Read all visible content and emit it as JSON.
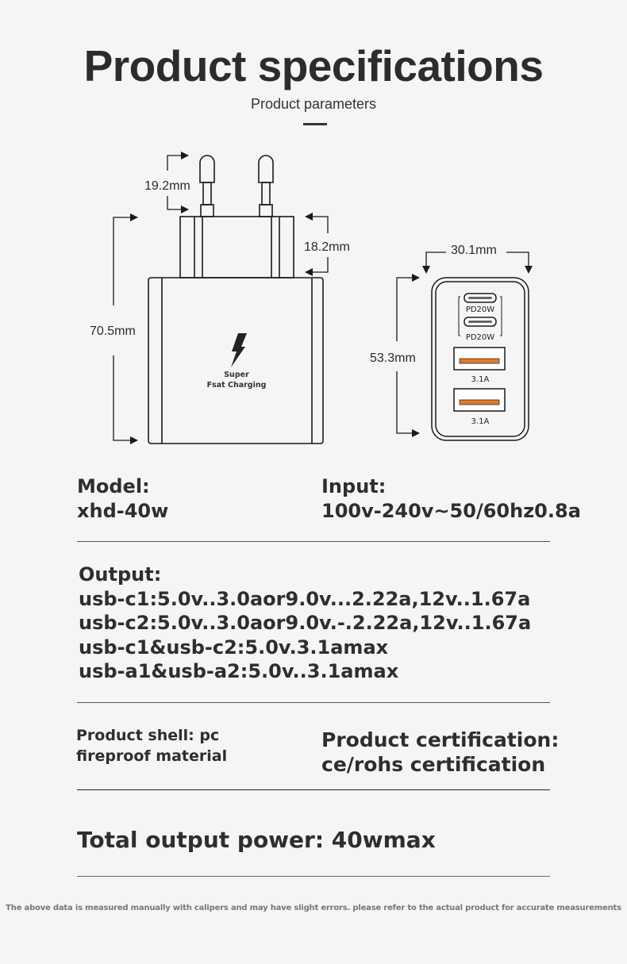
{
  "header": {
    "title": "Product specifications",
    "subtitle": "Product parameters"
  },
  "diagram": {
    "front_view": {
      "prong_length": "19.2mm",
      "plug_base_height": "18.2mm",
      "body_height": "70.5mm",
      "logo_line1": "Super",
      "logo_line2": "Fsat Charging",
      "logo_icon": "lightning-bolt-icon"
    },
    "side_view": {
      "width": "30.1mm",
      "height": "53.3mm",
      "ports": [
        {
          "type": "usb-c",
          "label": "PD20W"
        },
        {
          "type": "usb-c",
          "label": "PD20W"
        },
        {
          "type": "usb-a",
          "label": "3.1A"
        },
        {
          "type": "usb-a",
          "label": "3.1A"
        }
      ],
      "usb_a_accent_color": "#e07b2a"
    }
  },
  "specs": {
    "model": {
      "label": "Model:",
      "value": "xhd-40w"
    },
    "input": {
      "label": "Input:",
      "value": "100v-240v~50/60hz0.8a"
    },
    "output": {
      "label": "Output:",
      "lines": [
        "usb-c1:5.0v..3.0aor9.0v...2.22a,12v..1.67a",
        "usb-c2:5.0v..3.0aor9.0v.-.2.22a,12v..1.67a",
        "usb-c1&usb-c2:5.0v.3.1amax",
        "usb-a1&usb-a2:5.0v..3.1amax"
      ]
    },
    "shell": {
      "line1": "Product shell: pc",
      "line2": "fireproof material"
    },
    "certification": {
      "label": "Product certification:",
      "value": "ce/rohs certification"
    },
    "total_power": "Total output power: 40wmax"
  },
  "footnote": "The above data is measured manually with calipers and may have slight errors. please refer to the actual product for accurate measurements"
}
